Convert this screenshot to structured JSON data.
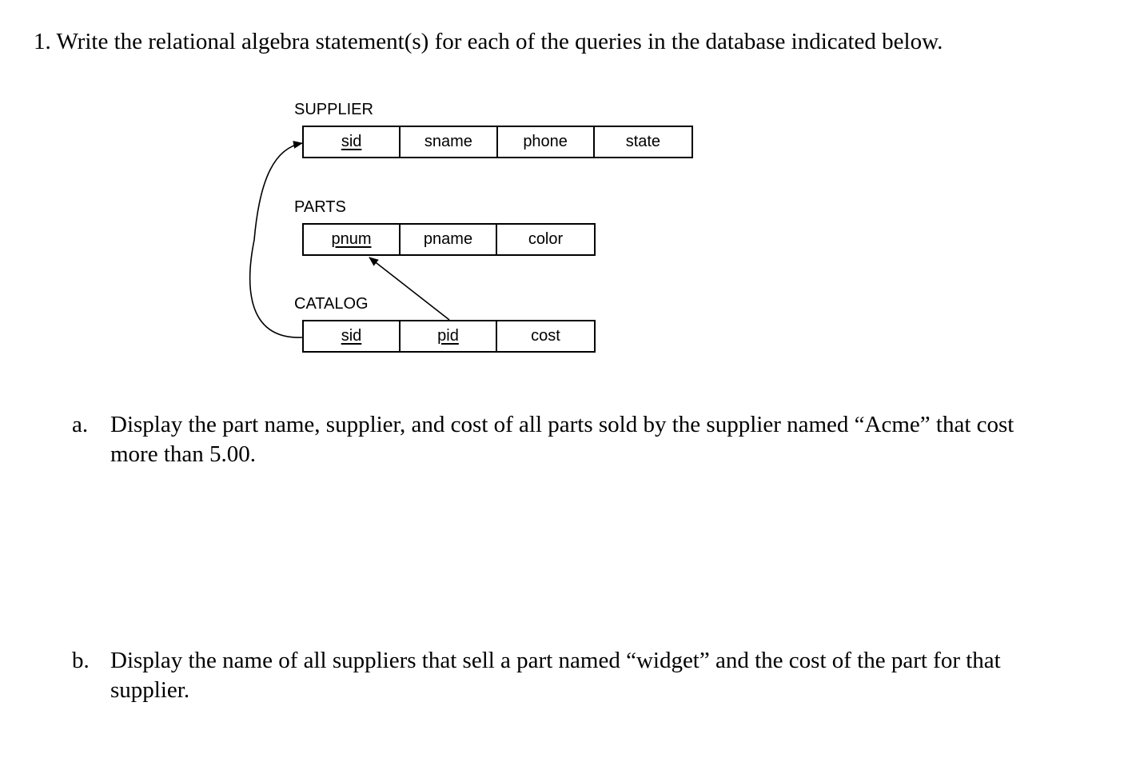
{
  "question": "1. Write the relational algebra statement(s) for each of the queries in the database indicated below.",
  "schema": {
    "supplier": {
      "label": "SUPPLIER",
      "columns": [
        "sid",
        "sname",
        "phone",
        "state"
      ]
    },
    "parts": {
      "label": "PARTS",
      "columns": [
        "pnum",
        "pname",
        "color"
      ]
    },
    "catalog": {
      "label": "CATALOG",
      "columns": [
        "sid",
        "pid",
        "cost"
      ]
    }
  },
  "items": [
    {
      "letter": "a.",
      "text": "Display the part name, supplier, and cost of all parts sold by the supplier named “Acme” that cost more than 5.00."
    },
    {
      "letter": "b.",
      "text": "Display the name of all suppliers that sell a part named “widget” and the cost of the part for that supplier."
    }
  ]
}
